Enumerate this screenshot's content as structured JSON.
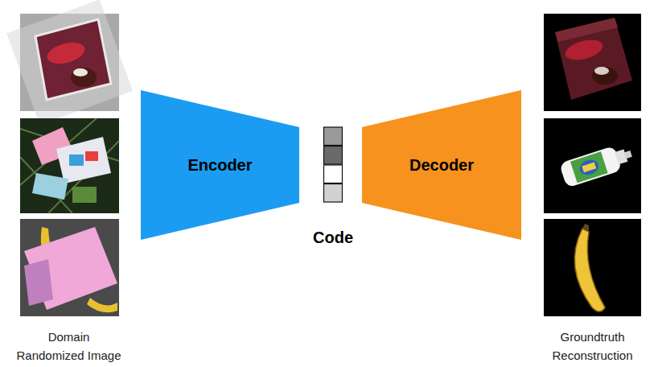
{
  "diagram": {
    "nodes": [
      {
        "text": [
          "Encoder"
        ]
      },
      {
        "text": [
          "Code"
        ]
      },
      {
        "text": [
          "Decoder"
        ]
      }
    ],
    "labels": [
      "Domain Randomized Image",
      "Groundtruth Reconstruction"
    ]
  }
}
